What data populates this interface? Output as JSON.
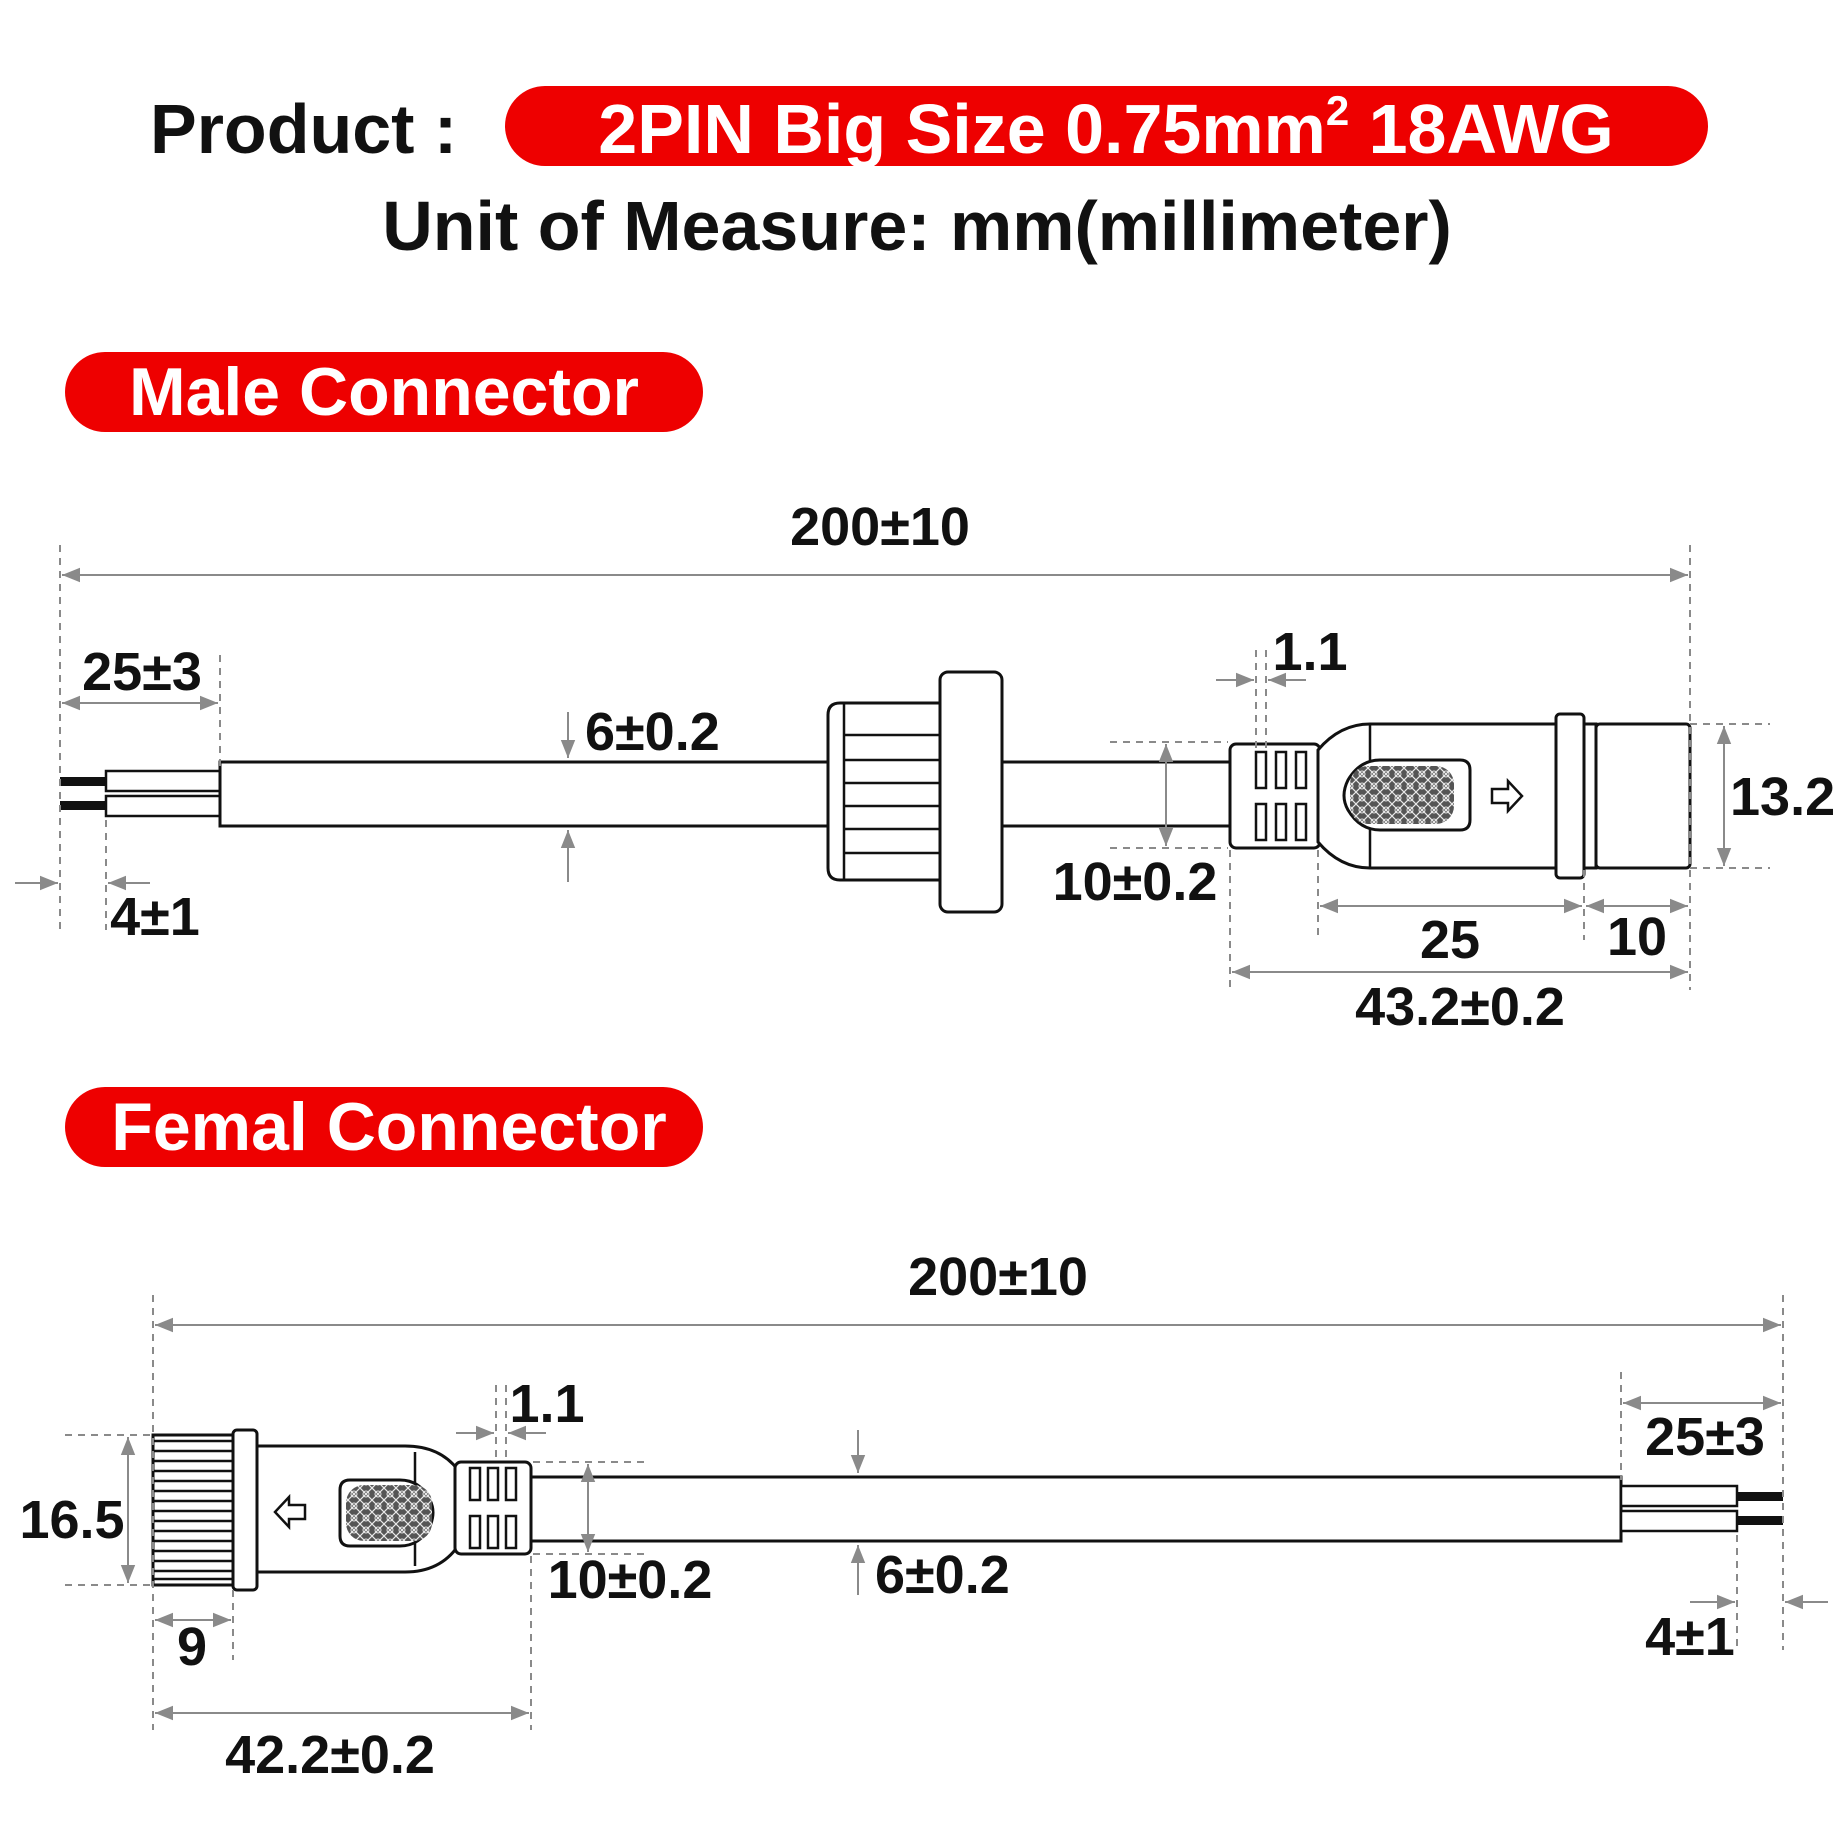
{
  "header": {
    "product_label": "Product :",
    "product_spec_main": "2PIN Big Size  0.75mm",
    "product_spec_sup": "2",
    "product_spec_tail": " 18AWG",
    "unit_line": "Unit of Measure:  mm(millimeter)"
  },
  "male": {
    "title": "Male Connector",
    "dims": {
      "total_length": "200±10",
      "strip_length": "25±3",
      "tinned_tip": "4±1",
      "cable_diameter": "6±0.2",
      "boot_diameter": "10±0.2",
      "gap": "1.1",
      "body_length": "25",
      "nose_length": "10",
      "connector_length": "43.2±0.2",
      "head_diameter": "13.2"
    }
  },
  "female": {
    "title": "Femal Connector",
    "dims": {
      "total_length": "200±10",
      "strip_length": "25±3",
      "tinned_tip": "4±1",
      "cable_diameter": "6±0.2",
      "boot_diameter": "10±0.2",
      "gap": "1.1",
      "thread_length": "9",
      "connector_length": "42.2±0.2",
      "head_diameter": "16.5"
    }
  },
  "colors": {
    "accent": "#ee0000",
    "line": "#111111",
    "dimension": "#8a8a8a"
  }
}
